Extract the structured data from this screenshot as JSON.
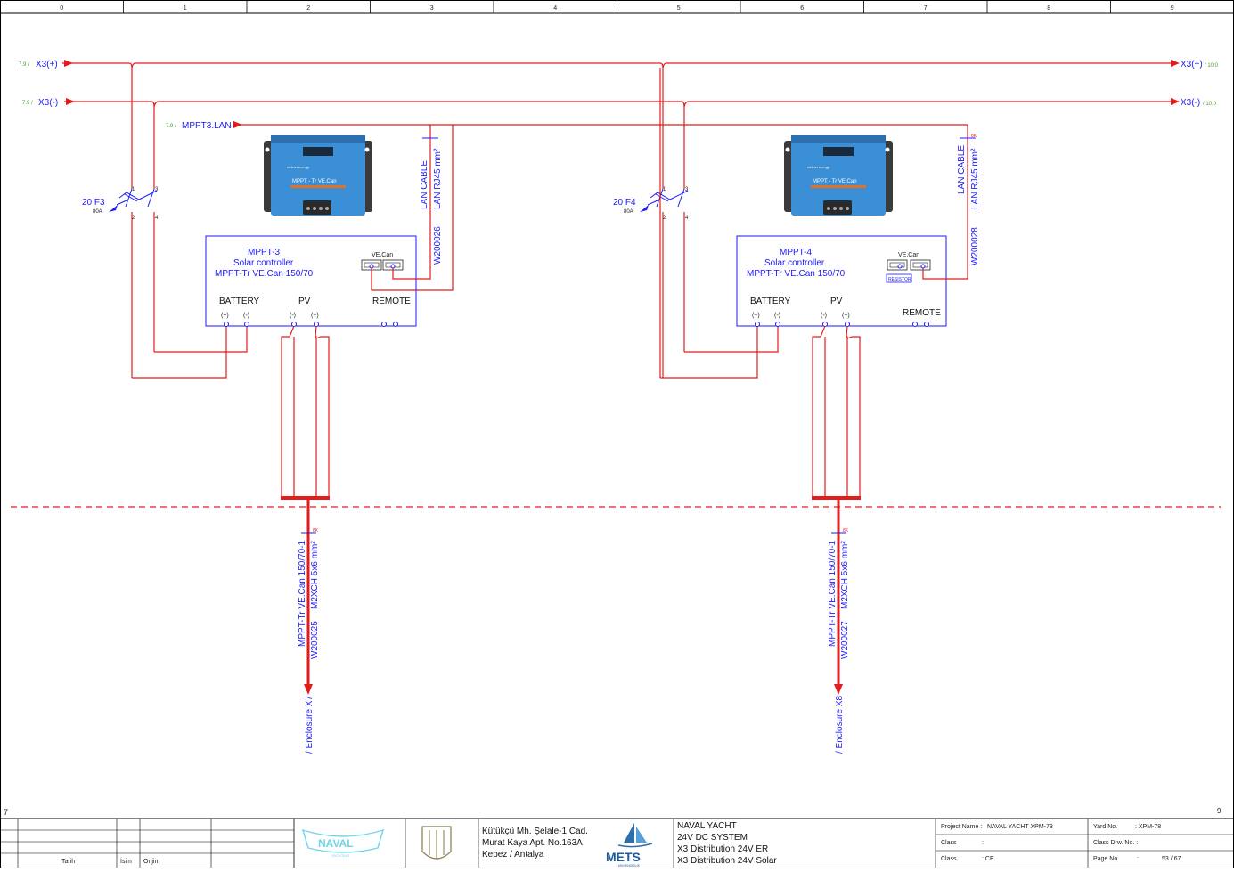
{
  "ruler": {
    "columns": [
      "0",
      "1",
      "2",
      "3",
      "4",
      "5",
      "6",
      "7",
      "8",
      "9"
    ]
  },
  "corner": {
    "left": "7",
    "right": "9"
  },
  "signals": {
    "x3p_in_ref": "7.9 /",
    "x3p_in": "X3(+)",
    "x3m_in_ref": "7.9 /",
    "x3m_in": "X3(-)",
    "lan_ref": "7.9 /",
    "lan": "MPPT3.LAN",
    "x3p_out": "X3(+)",
    "x3p_out_ref": "/ 10.0",
    "x3m_out": "X3(-)",
    "x3m_out_ref": "/ 10.0"
  },
  "fuses": [
    {
      "label": "20 F3",
      "rating": "80A",
      "pins": [
        "1",
        "3",
        "2",
        "4"
      ]
    },
    {
      "label": "20 F4",
      "rating": "80A",
      "pins": [
        "1",
        "3",
        "2",
        "4"
      ]
    }
  ],
  "controllers": [
    {
      "name": "MPPT-3",
      "type": "Solar controller",
      "model": "MPPT-Tr VE.Can 150/70",
      "battery": "BATTERY",
      "pv": "PV",
      "remote": "REMOTE",
      "vecan": "VE.Can",
      "bat_plus": "(+)",
      "bat_minus": "(-)",
      "pv_minus": "(-)",
      "pv_plus": "(+)",
      "device_brand": "victron energy",
      "device_text": "MPPT - Tr    VE.Can",
      "lan_cable": {
        "line1": "LAN CABLE",
        "line2": "LAN RJ45 mm²",
        "id": "W200026"
      },
      "pv_cable": {
        "line1": "MPPT-Tr VE.Can 150/70-1",
        "line2": "M2XCH 5x6 mm²",
        "id": "W200025",
        "dest": "/ Enclosure X7",
        "tag": "8K"
      }
    },
    {
      "name": "MPPT-4",
      "type": "Solar controller",
      "model": "MPPT-Tr VE.Can 150/70",
      "battery": "BATTERY",
      "pv": "PV",
      "remote": "REMOTE",
      "vecan": "VE.Can",
      "resistor": "RESISTOR",
      "bat_plus": "(+)",
      "bat_minus": "(-)",
      "pv_minus": "(-)",
      "pv_plus": "(+)",
      "device_brand": "victron energy",
      "device_text": "MPPT - Tr    VE.Can",
      "lan_cable": {
        "line1": "LAN CABLE",
        "line2": "LAN RJ45 mm²",
        "id": "W200028",
        "tag": "8K"
      },
      "pv_cable": {
        "line1": "MPPT-Tr VE.Can 150/70-1",
        "line2": "M2XCH 5x6 mm²",
        "id": "W200027",
        "dest": "/ Enclosure X8",
        "tag": "8K"
      }
    }
  ],
  "titleblock": {
    "rev_headers": [
      "Tarih",
      "İsim",
      "Orijin"
    ],
    "address": [
      "Kütükçü Mh. Şelale-1 Cad.",
      "Murat Kaya Apt. No.163A",
      "Kepez  / Antalya"
    ],
    "mets_logo": "METS",
    "mets_sub": "MÜHENDİSLİK",
    "naval_logo": "NAVAL",
    "naval_sub": "YACHTING",
    "project_lines": [
      "NAVAL YACHT",
      "24V DC SYSTEM",
      "X3 Distribution 24V ER",
      "X3 Distribution 24V Solar"
    ],
    "project_name_label": "Project Name :",
    "project_name": "NAVAL YACHT  XPM-78",
    "class1_label": "Class",
    "class1_value": ":",
    "class2_label": "Class",
    "class2_value": ": CE",
    "yard_label": "Yard No.",
    "yard_value": ": XPM-78",
    "classdrw_label": "Class Drw. No. :",
    "classdrw_value": "",
    "page_label": "Page No.",
    "page_sep": ":",
    "page_value": "53 / 67"
  },
  "colors": {
    "wire": "#e41b1b",
    "text": "#1a1aff",
    "ref": "#4a9a2a",
    "device": "#3b8fd6"
  }
}
